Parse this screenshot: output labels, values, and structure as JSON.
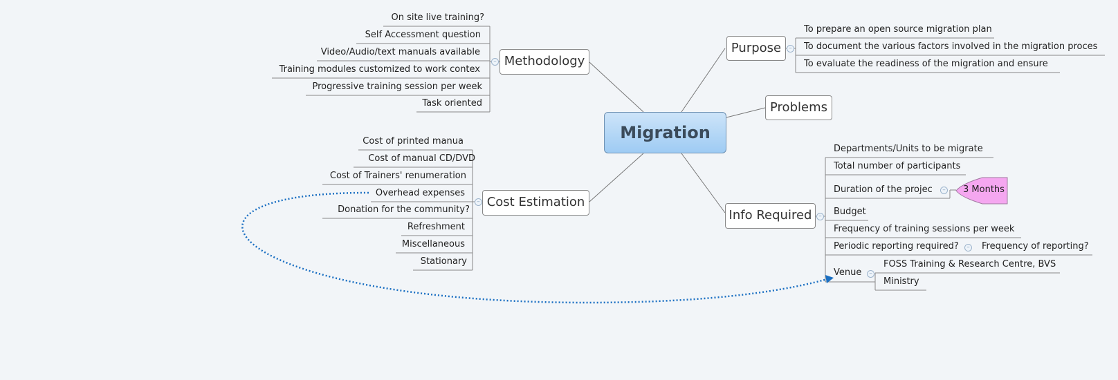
{
  "central": {
    "label": "Migration"
  },
  "methodology": {
    "label": "Methodology",
    "items": [
      "On site live training?",
      "Self Accessment question",
      "Video/Audio/text manuals available",
      "Training modules customized to work contex",
      "Progressive training session per week",
      "Task oriented"
    ]
  },
  "cost_estimation": {
    "label": "Cost Estimation",
    "items": [
      "Cost of printed manua",
      "Cost of manual CD/DVD",
      "Cost of Trainers' renumeration",
      "Overhead expenses",
      "Donation for the community?",
      "Refreshment",
      "Miscellaneous",
      "Stationary"
    ]
  },
  "purpose": {
    "label": "Purpose",
    "items": [
      "To prepare an open source migration plan",
      "To document the various factors involved in the migration proces",
      "To evaluate the readiness of the migration and ensure"
    ]
  },
  "problems": {
    "label": "Problems"
  },
  "info_required": {
    "label": "Info Required",
    "items": [
      "Departments/Units to be migrate",
      "Total number of participants",
      "Duration of the projec",
      "Budget",
      "Frequency of training sessions per week",
      "Periodic reporting required?",
      "Venue"
    ],
    "duration_value": "3 Months",
    "reporting_child": "Frequency of reporting?",
    "venue_children": [
      "FOSS Training & Research Centre, BVS",
      "Ministry"
    ]
  },
  "colors": {
    "relationship": "#1a6fc2",
    "callout_fill": "#f5a7f0",
    "central_fill": "#a8d2f6"
  }
}
